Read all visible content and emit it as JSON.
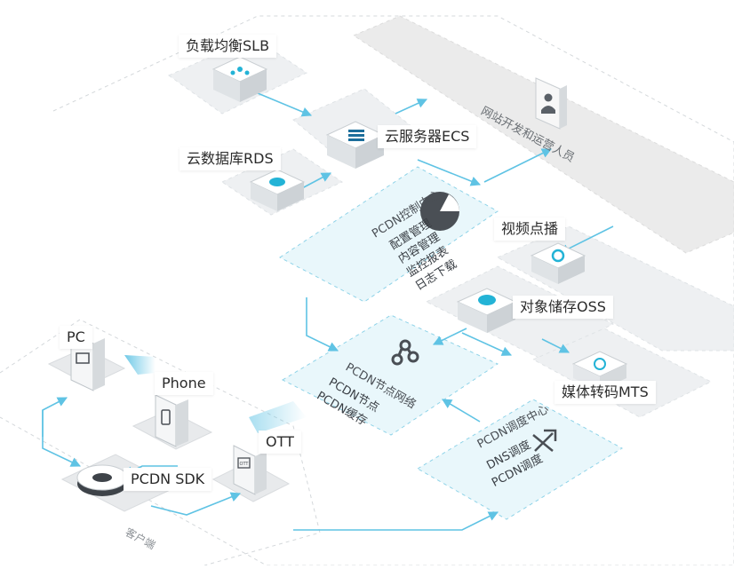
{
  "colors": {
    "accent": "#5fc3e4",
    "panel_fill": "#e9f7fb",
    "panel_stroke": "#8fd3e8",
    "gray_panel": "#ececec",
    "box_top": "#ffffff",
    "box_side": "#d7dbde",
    "icon_cyan": "#23b3d6",
    "dark_icon": "#4a4f55"
  },
  "services": {
    "slb": "负载均衡SLB",
    "ecs": "云服务器ECS",
    "rds": "云数据库RDS",
    "vod": "视频点播",
    "oss": "对象储存OSS",
    "mts": "媒体转码MTS"
  },
  "ops_band": "网站开发和运营人员",
  "control_center": {
    "title": "PCDN控制中心",
    "items": [
      "配置管理",
      "内容管理",
      "监控报表",
      "日志下载"
    ]
  },
  "node_network": {
    "title": "PCDN节点网络",
    "items": [
      "PCDN节点",
      "PCDN缓存"
    ]
  },
  "scheduling": {
    "title": "PCDN调度中心",
    "items": [
      "DNS调度",
      "PCDN调度"
    ]
  },
  "clients": {
    "pc": "PC",
    "phone": "Phone",
    "ott": "OTT",
    "sdk": "PCDN SDK",
    "area": "客户端",
    "ott_screen": "OTT"
  },
  "icons": {
    "slb": "share-node-icon",
    "ecs": "server-stack-icon",
    "rds": "cloud-db-icon",
    "ops": "person-icon",
    "control": "pie-chart-icon",
    "network": "node-network-icon",
    "schedule": "route-icon",
    "vod": "video-link-icon",
    "oss": "cloud-storage-icon",
    "mts": "transcode-icon"
  }
}
